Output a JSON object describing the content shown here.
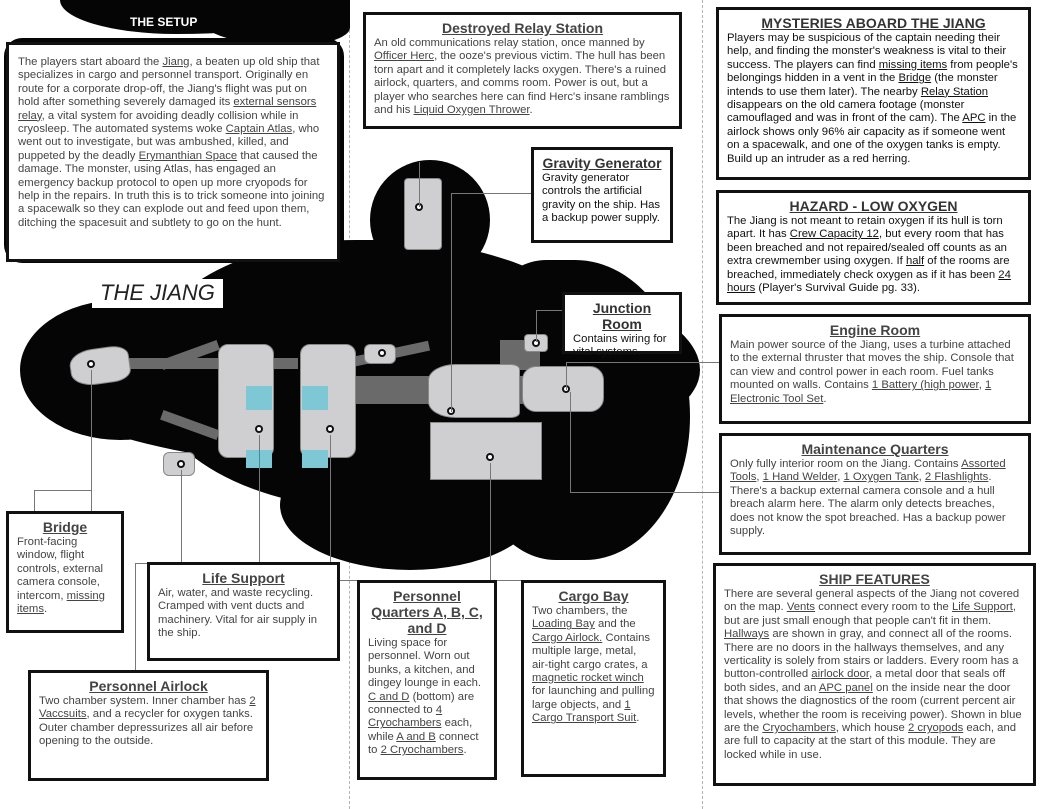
{
  "setup": {
    "title": "THE SETUP",
    "runs": [
      {
        "t": "The players start aboard the "
      },
      {
        "t": "Jiang",
        "u": true
      },
      {
        "t": ", a beaten up old ship that specializes in cargo and personnel transport. Originally en route for a corporate drop-off, the Jiang's flight was put on hold after something severely damaged its "
      },
      {
        "t": "external sensors relay",
        "u": true
      },
      {
        "t": ", a vital system for avoiding deadly collision while in cryosleep. The automated systems woke "
      },
      {
        "t": "Captain Atlas",
        "u": true
      },
      {
        "t": ", who went out to investigate, but was ambushed, killed, and puppeted by the deadly "
      },
      {
        "t": "Erymanthian Space",
        "u": true
      },
      {
        "t": " that caused the damage. The monster, using Atlas, has engaged an emergency backup protocol to open up more cryopods for help in the repairs. In truth this is to trick someone into joining a spacewalk so they can explode out and feed upon them, ditching the spacesuit and subtlety to go on the hunt."
      }
    ]
  },
  "map_title": "THE JIANG",
  "relay": {
    "title": "Destroyed Relay Station",
    "runs": [
      {
        "t": "An old communications relay station, once manned by "
      },
      {
        "t": "Officer Herc",
        "u": true
      },
      {
        "t": ", the ooze's previous victim. The hull has been torn apart and it completely lacks oxygen. There's a ruined airlock, quarters, and comms room. Power is out, but a player who searches here can find Herc's insane ramblings and his "
      },
      {
        "t": "Liquid Oxygen Thrower",
        "u": true
      },
      {
        "t": "."
      }
    ]
  },
  "gravity": {
    "title": "Gravity Generator",
    "runs": [
      {
        "t": "Gravity generator controls the artificial gravity on the ship. Has a backup power supply."
      }
    ]
  },
  "junction": {
    "title": "Junction Room",
    "runs": [
      {
        "t": "Contains wiring for vital systems."
      }
    ]
  },
  "mysteries": {
    "title": "MYSTERIES ABOARD THE JIANG",
    "runs": [
      {
        "t": "Players may be suspicious of the captain needing their help, and finding the monster's weakness is vital to their success. The players can find "
      },
      {
        "t": "missing items",
        "u": true
      },
      {
        "t": " from people's belongings hidden in a vent in the "
      },
      {
        "t": "Bridge",
        "u": true
      },
      {
        "t": " (the monster intends to use them later). The nearby "
      },
      {
        "t": "Relay Station",
        "u": true
      },
      {
        "t": " disappears on the old camera footage (monster camouflaged and was in front of the cam). The "
      },
      {
        "t": "APC",
        "u": true
      },
      {
        "t": " in the airlock shows only 96% air capacity as if someone went on a spacewalk, and one of the oxygen tanks is empty. Build up an intruder as a red herring."
      }
    ]
  },
  "hazard": {
    "title": "HAZARD - LOW OXYGEN",
    "runs": [
      {
        "t": "The Jiang is not meant to retain oxygen if its hull is torn apart. It has "
      },
      {
        "t": "Crew Capacity 12",
        "u": true
      },
      {
        "t": ", but every room that has been breached and not repaired/sealed off counts as an extra crewmember using oxygen. If "
      },
      {
        "t": "half",
        "u": true
      },
      {
        "t": " of the rooms are breached, immediately check oxygen as if it has been "
      },
      {
        "t": "24 hours",
        "u": true
      },
      {
        "t": " (Player's Survival Guide pg. 33)."
      }
    ]
  },
  "engine": {
    "title": "Engine Room",
    "runs": [
      {
        "t": "Main power source of the Jiang, uses a turbine attached to the external thruster that moves the ship. Console that can view and control power in each room. Fuel tanks mounted on walls. Contains "
      },
      {
        "t": "1 Battery (high power",
        "u": true
      },
      {
        "t": ", "
      },
      {
        "t": "1 Electronic Tool Set",
        "u": true
      },
      {
        "t": "."
      }
    ]
  },
  "maintenance": {
    "title": "Maintenance Quarters",
    "runs": [
      {
        "t": "Only fully interior room on the Jiang. Contains "
      },
      {
        "t": "Assorted Tools",
        "u": true
      },
      {
        "t": ", "
      },
      {
        "t": "1 Hand Welder",
        "u": true
      },
      {
        "t": ", "
      },
      {
        "t": "1 Oxygen Tank",
        "u": true
      },
      {
        "t": ", "
      },
      {
        "t": "2 Flashlights",
        "u": true
      },
      {
        "t": ". There's a backup external camera console and a hull breach alarm here. The alarm only detects breaches, does not know the spot breached. Has a backup power supply."
      }
    ]
  },
  "features": {
    "title": "SHIP FEATURES",
    "runs": [
      {
        "t": "There are several general aspects of the Jiang not covered on the map. "
      },
      {
        "t": "Vents",
        "u": true
      },
      {
        "t": " connect every room to the "
      },
      {
        "t": "Life Support",
        "u": true
      },
      {
        "t": ", but are just small enough that people can't fit in them. "
      },
      {
        "t": "Hallways",
        "u": true
      },
      {
        "t": " are shown in gray, and connect all of the rooms. There are no doors in the hallways themselves, and any verticality is solely from stairs or ladders. Every room has a button-controlled "
      },
      {
        "t": "airlock door",
        "u": true
      },
      {
        "t": ", a metal door that seals off both sides, and an "
      },
      {
        "t": "APC panel",
        "u": true
      },
      {
        "t": " on the inside near the door that shows the diagnostics of the room (current percent air levels, whether the room is receiving power). Shown in blue are the "
      },
      {
        "t": "Cryochambers",
        "u": true
      },
      {
        "t": ", which house "
      },
      {
        "t": "2 cryopods",
        "u": true
      },
      {
        "t": " each, and are full to capacity at the start of this module. They are locked while in use."
      }
    ]
  },
  "bridge": {
    "title": "Bridge",
    "runs": [
      {
        "t": "Front-facing window, flight controls, external camera console, intercom, "
      },
      {
        "t": "missing items",
        "u": true
      },
      {
        "t": "."
      }
    ]
  },
  "lifesupport": {
    "title": "Life Support",
    "runs": [
      {
        "t": "Air, water, and waste recycling. Cramped with vent ducts and machinery. Vital for air supply in the ship."
      }
    ]
  },
  "personnel": {
    "title": "Personnel Quarters A, B, C, and D",
    "runs": [
      {
        "t": "Living space for personnel. Worn out bunks, a kitchen, and dingey lounge in each. "
      },
      {
        "t": "C and D",
        "u": true
      },
      {
        "t": " (bottom) are connected to "
      },
      {
        "t": "4 Cryochambers",
        "u": true
      },
      {
        "t": " each, while "
      },
      {
        "t": "A and B",
        "u": true
      },
      {
        "t": " connect to "
      },
      {
        "t": "2 Cryochambers",
        "u": true
      },
      {
        "t": "."
      }
    ]
  },
  "cargo": {
    "title": "Cargo Bay",
    "runs": [
      {
        "t": "Two chambers, the "
      },
      {
        "t": "Loading Bay",
        "u": true
      },
      {
        "t": " and the "
      },
      {
        "t": "Cargo Airlock.",
        "u": true
      },
      {
        "t": " Contains multiple large, metal, air-tight cargo crates, a "
      },
      {
        "t": "magnetic rocket winch",
        "u": true
      },
      {
        "t": " for launching and pulling large objects, and "
      },
      {
        "t": "1 Cargo Transport Suit",
        "u": true
      },
      {
        "t": "."
      }
    ]
  },
  "airlock": {
    "title": "Personnel Airlock",
    "runs": [
      {
        "t": "Two chamber system. Inner chamber has "
      },
      {
        "t": "2 Vaccsuits",
        "u": true
      },
      {
        "t": ", and a recycler for oxygen tanks. Outer chamber depressurizes all air before opening to the outside."
      }
    ]
  }
}
